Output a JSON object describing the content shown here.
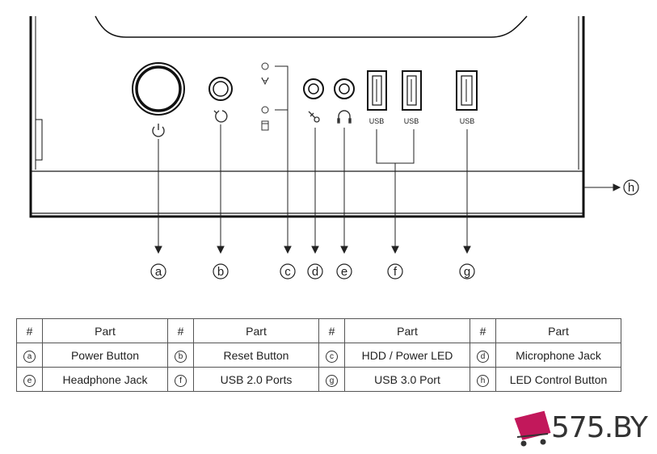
{
  "callouts": [
    {
      "letter": "a"
    },
    {
      "letter": "b"
    },
    {
      "letter": "c"
    },
    {
      "letter": "d"
    },
    {
      "letter": "e"
    },
    {
      "letter": "f"
    },
    {
      "letter": "g"
    },
    {
      "letter": "h"
    }
  ],
  "usb_labels": [
    "USB",
    "USB",
    "USB"
  ],
  "table": {
    "headers": [
      "#",
      "Part",
      "#",
      "Part",
      "#",
      "Part",
      "#",
      "Part"
    ],
    "rows": [
      [
        {
          "letter": "a",
          "part": "Power Button"
        },
        {
          "letter": "b",
          "part": "Reset Button"
        },
        {
          "letter": "c",
          "part": "HDD / Power LED"
        },
        {
          "letter": "d",
          "part": "Microphone Jack"
        }
      ],
      [
        {
          "letter": "e",
          "part": "Headphone Jack"
        },
        {
          "letter": "f",
          "part": "USB 2.0 Ports"
        },
        {
          "letter": "g",
          "part": "USB 3.0 Port"
        },
        {
          "letter": "h",
          "part": "LED Control Button"
        }
      ]
    ]
  },
  "logo": {
    "text": "575.BY",
    "color_main": "#c2185b",
    "color_text": "#333333"
  }
}
